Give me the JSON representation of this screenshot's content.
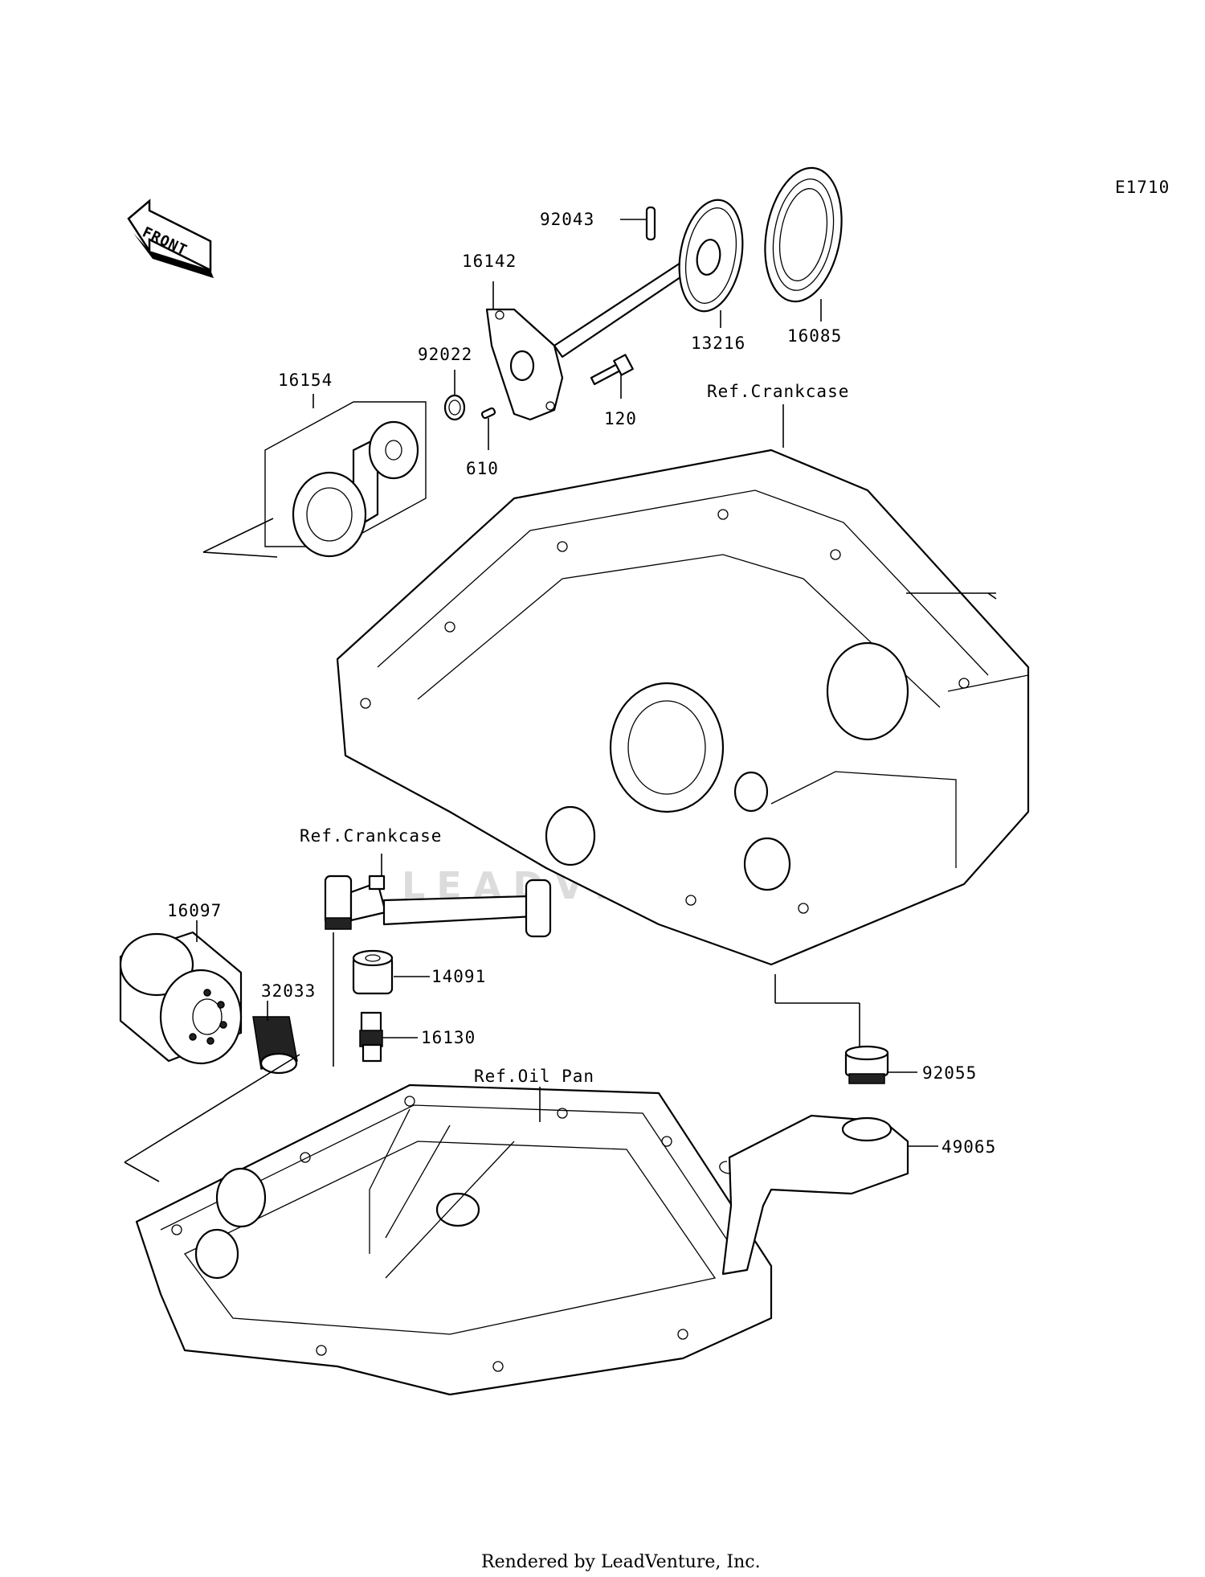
{
  "diagram": {
    "code": "E1710",
    "front_label": "FRONT",
    "watermark": "LEADVENTURE",
    "footer": "Rendered by LeadVenture, Inc.",
    "refs": {
      "crankcase_top": "Ref.Crankcase",
      "crankcase_mid": "Ref.Crankcase",
      "oil_pan": "Ref.Oil Pan"
    },
    "parts": {
      "p92043": "92043",
      "p16142": "16142",
      "p13216": "13216",
      "p16085": "16085",
      "p92022": "92022",
      "p16154": "16154",
      "p120": "120",
      "p610": "610",
      "p16097": "16097",
      "p32033": "32033",
      "p14091": "14091",
      "p16130": "16130",
      "p92055": "92055",
      "p49065": "49065"
    }
  }
}
